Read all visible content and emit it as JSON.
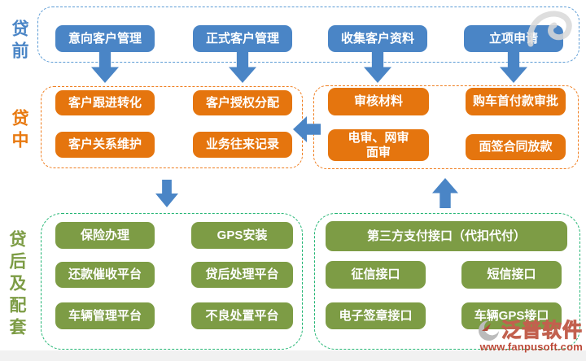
{
  "sections": {
    "preloan": {
      "label": "贷前",
      "items": [
        "意向客户管理",
        "正式客户管理",
        "收集客户资料",
        "立项申请"
      ]
    },
    "midloan": {
      "label": "贷中",
      "left": [
        "客户跟进转化",
        "客户授权分配",
        "客户关系维护",
        "业务往来记录"
      ],
      "right": [
        "审核材料",
        "购车首付款审批",
        "电审、网审\n面审",
        "面签合同放款"
      ]
    },
    "postloan": {
      "label": "贷后及配套",
      "left": [
        "保险办理",
        "GPS安装",
        "还款催收平台",
        "贷后处理平台",
        "车辆管理平台",
        "不良处置平台"
      ],
      "right_wide": "第三方支付接口（代扣代付）",
      "right": [
        "征信接口",
        "短信接口",
        "电子签章接口",
        "车辆GPS接口"
      ]
    }
  },
  "watermark": {
    "brand": "泛普软件",
    "url": "www.fanpusoft.com"
  },
  "colors": {
    "box_blue": "#4A85C6",
    "box_orange": "#E5750E",
    "box_green": "#7D9C45",
    "dash_blue": "#5B9BD5",
    "dash_orange": "#F07E1F",
    "dash_green": "#22B573",
    "arrow_blue": "#4A85C6"
  }
}
